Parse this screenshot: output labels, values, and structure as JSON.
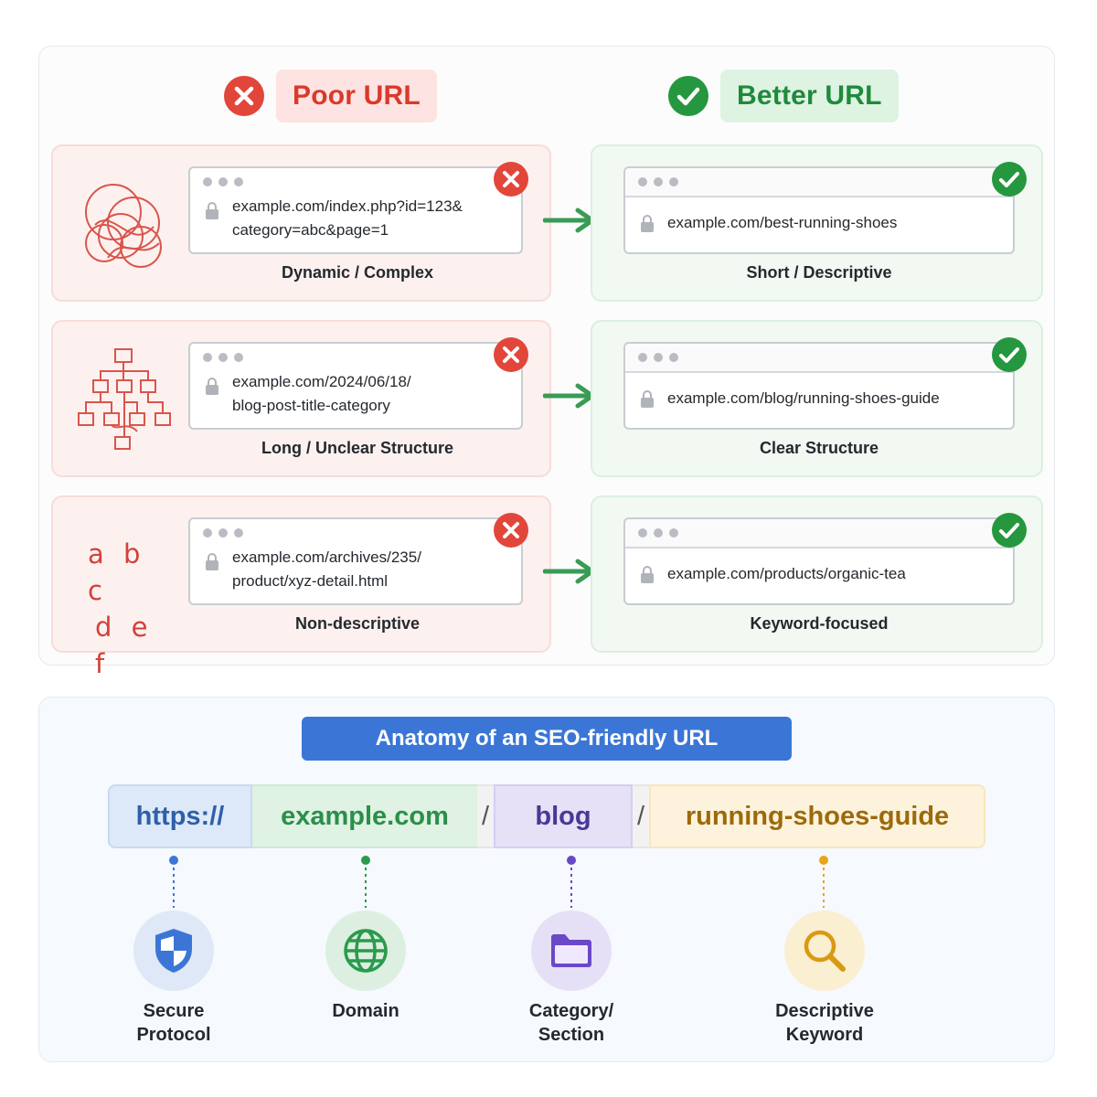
{
  "header": {
    "poor_label": "Poor URL",
    "better_label": "Better URL"
  },
  "rows": [
    {
      "poor": {
        "url_line1": "example.com/index.php?id=123&",
        "url_line2": "category=abc&page=1",
        "caption": "Dynamic / Complex"
      },
      "better": {
        "url": "example.com/best-running-shoes",
        "caption": "Short / Descriptive"
      }
    },
    {
      "poor": {
        "url_line1": "example.com/2024/06/18/",
        "url_line2": "blog-post-title-category",
        "caption": "Long / Unclear Structure"
      },
      "better": {
        "url": "example.com/blog/running-shoes-guide",
        "caption": "Clear Structure"
      }
    },
    {
      "poor": {
        "url_line1": "example.com/archives/235/",
        "url_line2": "product/xyz-detail.html",
        "caption": "Non-descriptive",
        "deco_line1": "a b c",
        "deco_line2": "d e f"
      },
      "better": {
        "url": "example.com/products/organic-tea",
        "caption": "Keyword-focused"
      }
    }
  ],
  "anatomy": {
    "title": "Anatomy of an SEO-friendly URL",
    "segments": {
      "protocol": "https://",
      "domain": "example.com",
      "slash": "/",
      "category": "blog",
      "keyword": "running-shoes-guide"
    },
    "labels": {
      "protocol_l1": "Secure",
      "protocol_l2": "Protocol",
      "domain": "Domain",
      "category_l1": "Category/",
      "category_l2": "Section",
      "keyword_l1": "Descriptive",
      "keyword_l2": "Keyword"
    }
  },
  "colors": {
    "poor": "#d93a2b",
    "better": "#1f8a3c",
    "arrow": "#3a9b55",
    "protocol": "#3b76d6",
    "domain": "#2b9a4c",
    "category": "#6a48c8",
    "keyword": "#e8a51a"
  },
  "icons": {
    "poor_header": "x-circle-icon",
    "better_header": "check-circle-icon",
    "row1_deco": "tangled-circles-icon",
    "row2_deco": "hierarchy-tree-icon",
    "lock": "lock-icon",
    "protocol": "shield-icon",
    "domain": "globe-icon",
    "category": "folder-icon",
    "keyword": "magnifier-icon"
  }
}
